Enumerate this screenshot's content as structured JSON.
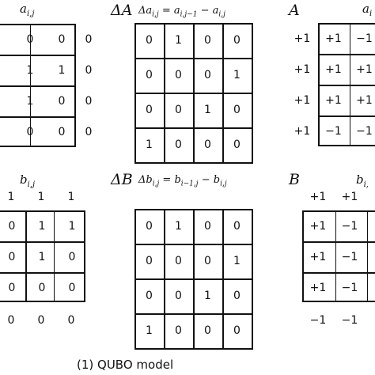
{
  "panels": {
    "a": {
      "label_a": "a",
      "label_sub": "i,j",
      "cells": [
        [
          "0",
          "0"
        ],
        [
          "1",
          "1"
        ],
        [
          "1",
          "0"
        ],
        [
          "0",
          "0"
        ]
      ],
      "right_col": [
        "0",
        "0",
        "0",
        "0"
      ]
    },
    "delta_a": {
      "symbol": "ΔA",
      "formula": "Δaᵢ,ⱼ = aᵢ,ⱼ₋₁ − aᵢ,ⱼ",
      "formula_lhs": "Δa",
      "formula_lhs_sub": "i,j",
      "formula_eq": "=",
      "formula_t1": "a",
      "formula_t1_sub": "i,j−1",
      "formula_minus": "−",
      "formula_t2": "a",
      "formula_t2_sub": "i,j",
      "cells": [
        [
          "0",
          "1",
          "0",
          "0"
        ],
        [
          "0",
          "0",
          "0",
          "1"
        ],
        [
          "0",
          "0",
          "1",
          "0"
        ],
        [
          "1",
          "0",
          "0",
          "0"
        ]
      ]
    },
    "A": {
      "symbol": "A",
      "label_a": "a",
      "label_sub": "i",
      "left_col": [
        "+1",
        "+1",
        "+1",
        "+1"
      ],
      "cells": [
        [
          "+1",
          "−1"
        ],
        [
          "+1",
          "+1"
        ],
        [
          "+1",
          "+1"
        ],
        [
          "−1",
          "−1"
        ]
      ]
    },
    "b": {
      "label_b": "b",
      "label_sub": "i,j",
      "top_row": [
        "1",
        "1",
        "1"
      ],
      "cells": [
        [
          "0",
          "1",
          "1"
        ],
        [
          "0",
          "1",
          "0"
        ],
        [
          "0",
          "0",
          "0"
        ]
      ],
      "bottom_row": [
        "0",
        "0",
        "0"
      ]
    },
    "delta_b": {
      "symbol": "ΔB",
      "formula_lhs": "Δb",
      "formula_lhs_sub": "i,j",
      "formula_eq": "=",
      "formula_t1": "b",
      "formula_t1_sub": "i−1,j",
      "formula_minus": "−",
      "formula_t2": "b",
      "formula_t2_sub": "i,j",
      "cells": [
        [
          "0",
          "1",
          "0",
          "0"
        ],
        [
          "0",
          "0",
          "0",
          "1"
        ],
        [
          "0",
          "0",
          "1",
          "0"
        ],
        [
          "1",
          "0",
          "0",
          "0"
        ]
      ]
    },
    "B": {
      "symbol": "B",
      "label_b": "b",
      "label_sub": "i,",
      "top_row": [
        "+1",
        "+1",
        "−"
      ],
      "cells": [
        [
          "+1",
          "−1"
        ],
        [
          "+1",
          "−1"
        ],
        [
          "+1",
          "−1"
        ]
      ],
      "bottom_row": [
        "−1",
        "−1",
        "−"
      ]
    }
  },
  "caption": "(1) QUBO model"
}
